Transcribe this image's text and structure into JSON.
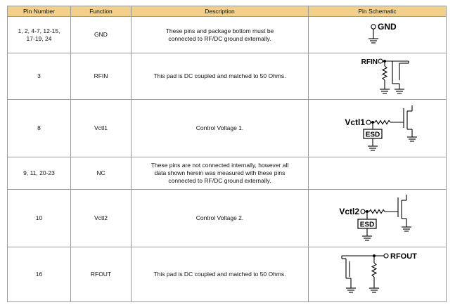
{
  "table": {
    "headers": {
      "pin_number": "Pin Number",
      "function": "Function",
      "description": "Description",
      "pin_schematic": "Pin Schematic"
    },
    "rows": [
      {
        "pins": "1, 2, 4-7, 12-15,\n17-19, 24",
        "function": "GND",
        "description": "These pins and package bottom must be\nconnected to RF/DC ground externally.",
        "schematic_label": "GND",
        "schematic_esd": ""
      },
      {
        "pins": "3",
        "function": "RFIN",
        "description": "This pad is DC coupled and matched to 50 Ohms.",
        "schematic_label": "RFIN",
        "schematic_esd": ""
      },
      {
        "pins": "8",
        "function": "Vctl1",
        "description": "Control Voltage 1.",
        "schematic_label": "Vctl1",
        "schematic_esd": "ESD"
      },
      {
        "pins": "9, 11, 20-23",
        "function": "NC",
        "description": "These pins are not connected internally, however all\ndata shown herein was measured with these pins\nconnected to RF/DC ground externally.",
        "schematic_label": "",
        "schematic_esd": ""
      },
      {
        "pins": "10",
        "function": "Vctl2",
        "description": "Control Voltage 2.",
        "schematic_label": "Vctl2",
        "schematic_esd": "ESD"
      },
      {
        "pins": "16",
        "function": "RFOUT",
        "description": "This pad is DC coupled and matched to 50 Ohms.",
        "schematic_label": "RFOUT",
        "schematic_esd": ""
      }
    ]
  },
  "colors": {
    "header_bg": "#f2d089",
    "border": "#9a9a9a",
    "text": "#111111"
  }
}
